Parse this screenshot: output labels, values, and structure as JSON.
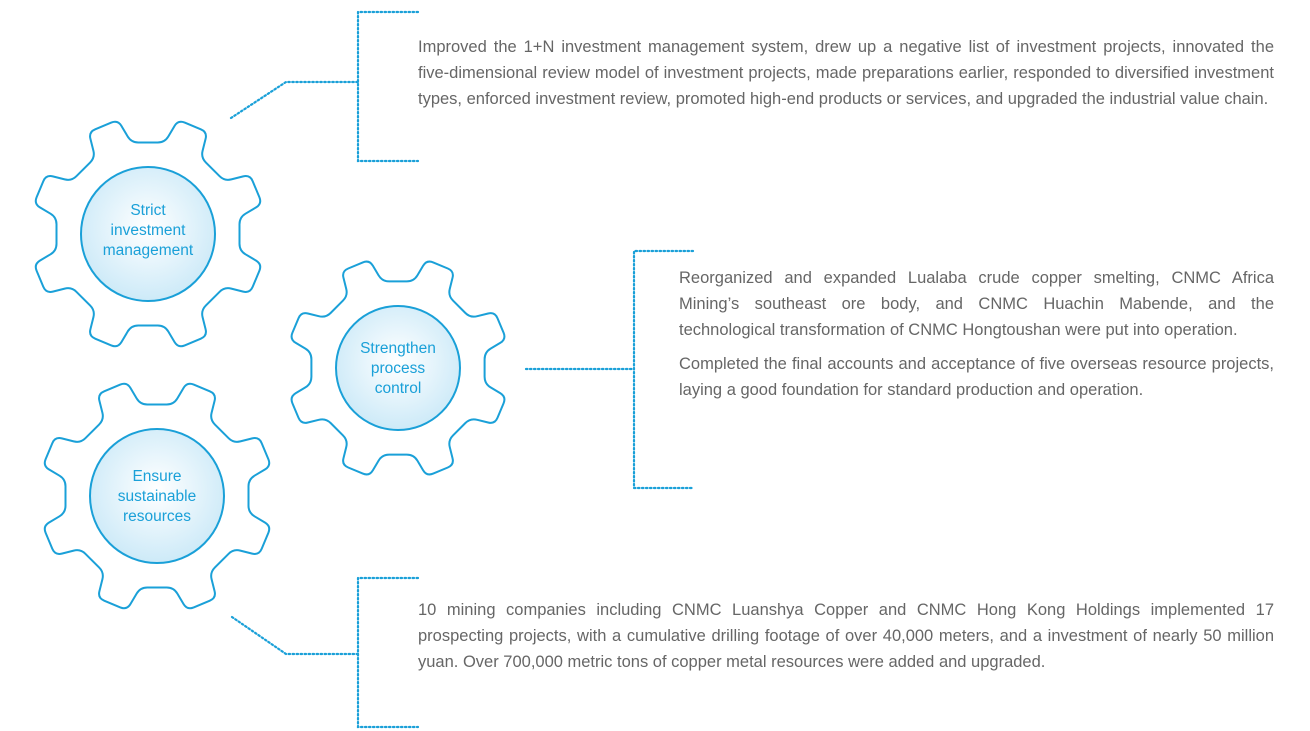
{
  "colors": {
    "accent": "#1aa0d8",
    "text": "#666666",
    "gear_fill_center": "#ffffff",
    "gear_fill_edge": "#cdeaf8"
  },
  "gears": [
    {
      "id": "investment",
      "label": "Strict investment management",
      "label_lines": [
        "Strict",
        "investment",
        "management"
      ]
    },
    {
      "id": "process",
      "label": "Strengthen process control",
      "label_lines": [
        "Strengthen",
        "process",
        "control"
      ]
    },
    {
      "id": "resources",
      "label": "Ensure sustainable resources",
      "label_lines": [
        "Ensure",
        "sustainable",
        "resources"
      ]
    }
  ],
  "blocks": {
    "investment": {
      "paragraphs": [
        "Improved the 1+N investment management system, drew up a negative list of investment projects, innovated the five-dimensional review model of investment projects, made preparations earlier, responded to diversified investment types, enforced investment review, promoted high-end products or services, and upgraded the industrial value chain."
      ]
    },
    "process": {
      "paragraphs": [
        "Reorganized and expanded Lualaba crude copper smelting, CNMC Africa Mining’s southeast ore body, and CNMC Huachin Mabende, and the technological transformation of CNMC Hongtoushan were put into operation.",
        "Completed the final accounts and acceptance of five overseas resource projects, laying a good foundation for standard production and operation."
      ]
    },
    "resources": {
      "paragraphs": [
        "10 mining companies including CNMC Luanshya  Copper and CNMC Hong Kong Holdings implemented 17 prospecting projects, with a cumulative drilling footage of over 40,000 meters, and a investment of nearly 50 million yuan. Over 700,000 metric tons of copper metal resources were added and upgraded."
      ]
    }
  }
}
